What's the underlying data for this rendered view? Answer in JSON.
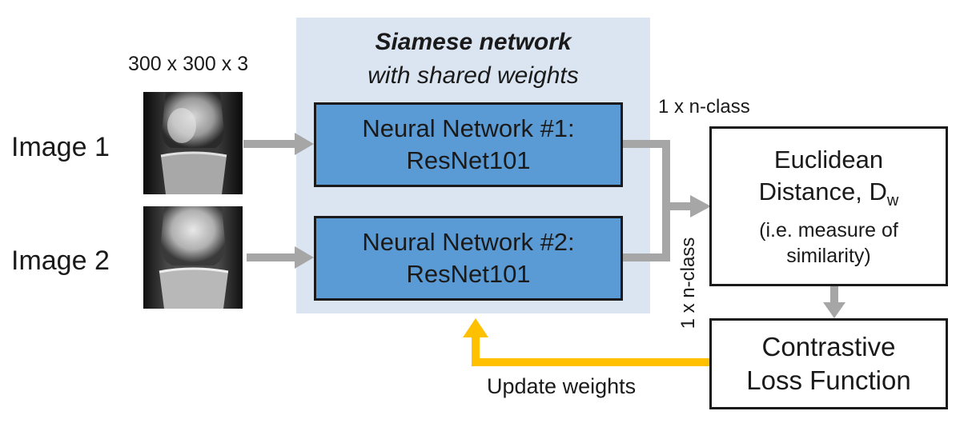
{
  "input_size_label": "300 x 300 x 3",
  "images": [
    {
      "label": "Image 1"
    },
    {
      "label": "Image 2"
    }
  ],
  "siamese": {
    "title": "Siamese network",
    "subtitle": "with shared weights",
    "networks": [
      {
        "line1": "Neural Network #1:",
        "line2": "ResNet101"
      },
      {
        "line1": "Neural Network #2:",
        "line2": "ResNet101"
      }
    ]
  },
  "output_label_top": "1 x n-class",
  "output_label_side": "1 x n-class",
  "euclidean": {
    "line1": "Euclidean",
    "line2_prefix": "Distance, D",
    "line2_sub": "w",
    "line3": "(i.e. measure of",
    "line4": "similarity)"
  },
  "loss": {
    "line1": "Contrastive",
    "line2": "Loss Function"
  },
  "update_label": "Update weights",
  "colors": {
    "siamese_bg": "#dbe5f2",
    "network_fill": "#5b9bd5",
    "arrow_gray": "#a6a6a6",
    "feedback_arrow": "#ffc000"
  }
}
